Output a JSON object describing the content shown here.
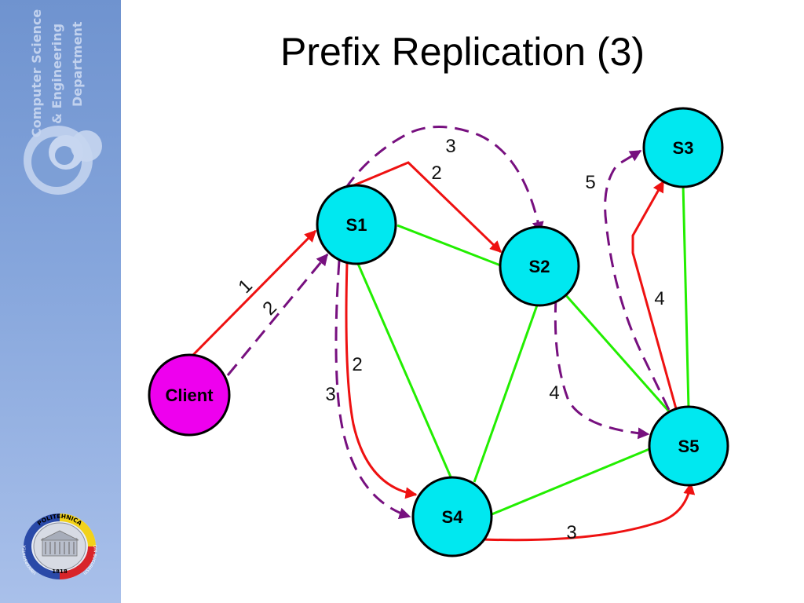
{
  "slide": {
    "title": "Prefix Replication (3)"
  },
  "sidebar": {
    "department_lines": [
      "Computer Science",
      "& Engineering",
      "Department"
    ],
    "university_seal": {
      "top_text": "POLITEHNICA",
      "left_text": "UNIVERSITATEA",
      "right_text": "DIN BUCURESTI",
      "year": "1818"
    }
  },
  "diagram": {
    "colors": {
      "server_fill": "#00e8f0",
      "client_fill": "#ee00ee",
      "node_stroke": "#000000",
      "topology_link": "#22ee00",
      "request_path": "#ee1111",
      "replication_path": "#77107f"
    },
    "nodes": [
      {
        "id": "client",
        "label": "Client",
        "role": "client"
      },
      {
        "id": "s1",
        "label": "S1",
        "role": "server"
      },
      {
        "id": "s2",
        "label": "S2",
        "role": "server"
      },
      {
        "id": "s3",
        "label": "S3",
        "role": "server"
      },
      {
        "id": "s4",
        "label": "S4",
        "role": "server"
      },
      {
        "id": "s5",
        "label": "S5",
        "role": "server"
      }
    ],
    "links": [
      {
        "from": "S1",
        "to": "S2"
      },
      {
        "from": "S1",
        "to": "S4"
      },
      {
        "from": "S2",
        "to": "S4"
      },
      {
        "from": "S2",
        "to": "S5"
      },
      {
        "from": "S3",
        "to": "S5"
      },
      {
        "from": "S4",
        "to": "S5"
      }
    ],
    "request_arrows": [
      {
        "from": "Client",
        "to": "S1",
        "label": "1"
      },
      {
        "from": "S1",
        "to": "S2",
        "label": "2"
      },
      {
        "from": "S1",
        "to": "S4",
        "label": "2"
      },
      {
        "from": "S4",
        "to": "S5",
        "label": "3"
      },
      {
        "from": "S5",
        "to": "S3",
        "label": "4"
      }
    ],
    "replication_arrows": [
      {
        "from": "Client",
        "to": "S1",
        "label": "2"
      },
      {
        "from": "S1",
        "to": "S2",
        "label": "3"
      },
      {
        "from": "S1",
        "to": "S4",
        "label": "3"
      },
      {
        "from": "S2",
        "to": "S5",
        "label": "4"
      },
      {
        "from": "S5",
        "to": "S3",
        "label": "5"
      }
    ]
  }
}
